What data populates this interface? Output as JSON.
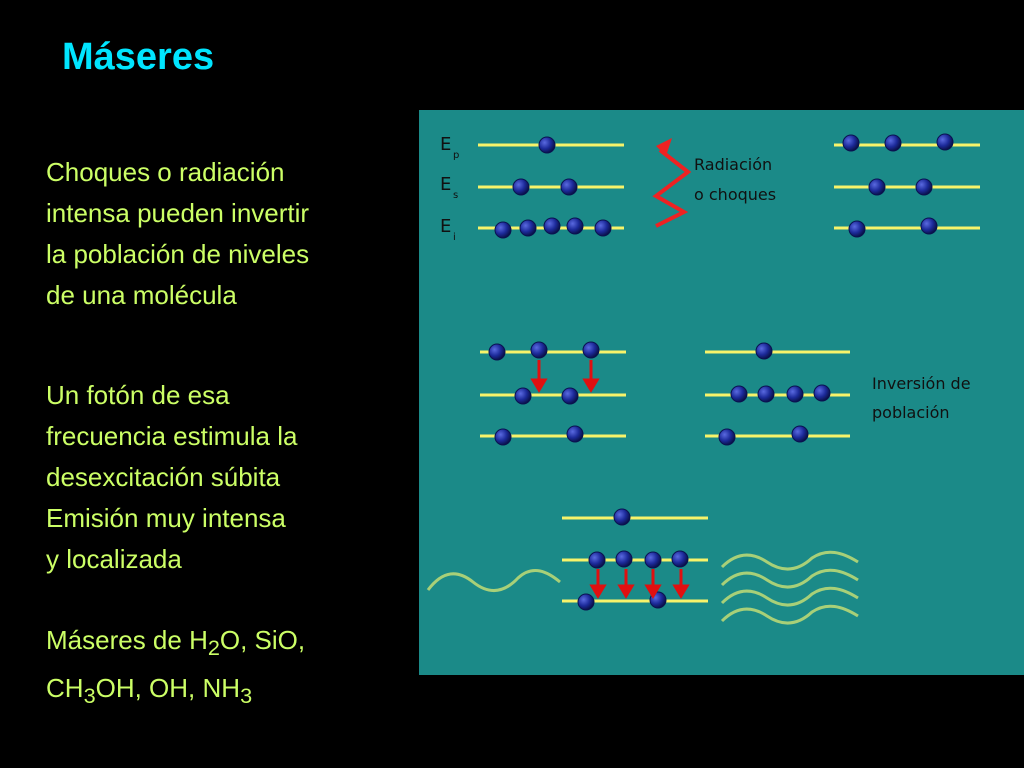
{
  "slide": {
    "title": "Máseres",
    "paragraph_1": [
      "Choques o radiación",
      "intensa pueden invertir",
      "la población de niveles",
      "de una molécula"
    ],
    "paragraph_2": [
      "Un fotón de esa",
      "frecuencia estimula la",
      "desexcitación súbita",
      "Emisión muy intensa",
      "y localizada"
    ],
    "paragraph_3": {
      "line1_prefix": "Máseres de H",
      "line1_sub": "2",
      "line1_suffix": "O, SiO,",
      "line2_part1": "CH",
      "line2_sub1": "3",
      "line2_part2": "OH, OH, NH",
      "line2_sub2": "3"
    }
  },
  "diagram": {
    "level_labels": [
      {
        "main": "E",
        "sub": "p"
      },
      {
        "main": "E",
        "sub": "s"
      },
      {
        "main": "E",
        "sub": "i"
      }
    ],
    "radiation_label": [
      "Radiación",
      "o choques"
    ],
    "inversion_label": [
      "Inversión de",
      "población"
    ],
    "colors": {
      "panel": "#1b8a88",
      "level_line": "#f7f36a",
      "particle": "#1c2a9a",
      "arrow": "#e01010",
      "lightning": "#ee2222",
      "wave": "#a8d078",
      "title": "#00e5ff",
      "text": "#ccff66"
    }
  }
}
